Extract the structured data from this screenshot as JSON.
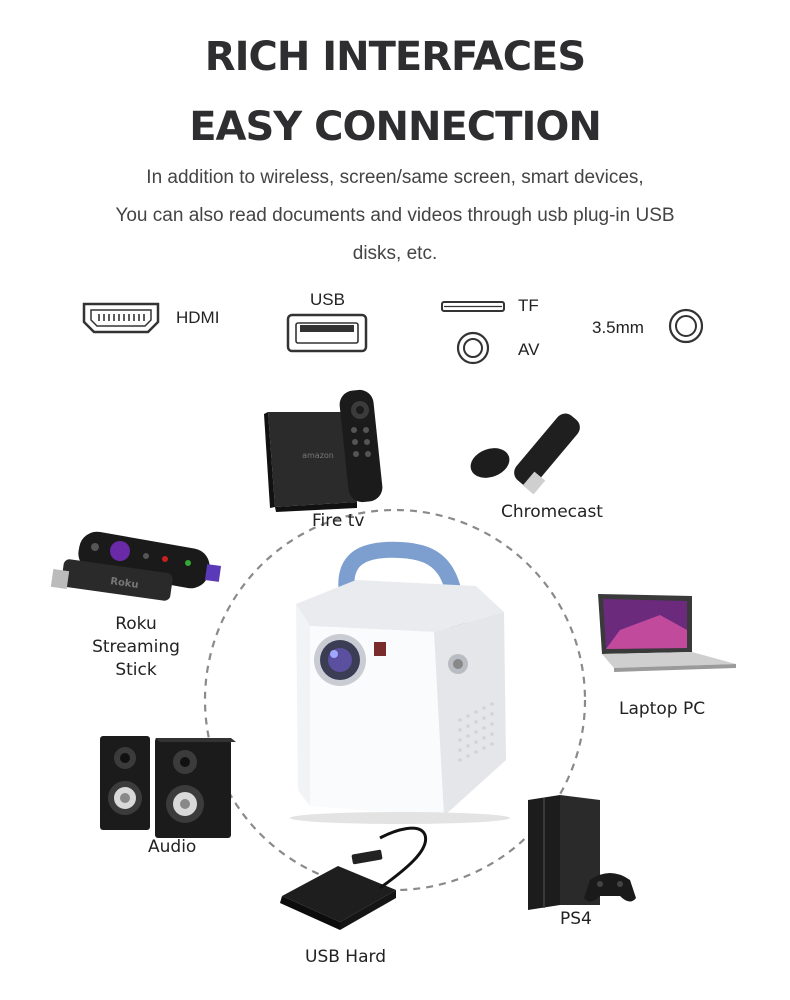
{
  "heading": {
    "line1": "RICH INTERFACES",
    "line2": "EASY CONNECTION"
  },
  "description": {
    "line1": "In addition to wireless, screen/same screen, smart devices,",
    "line2": "You can also read documents and videos through usb plug-in USB",
    "line3": "disks, etc."
  },
  "ports": {
    "hdmi": "HDMI",
    "usb": "USB",
    "tf": "TF",
    "av": "AV",
    "audio_jack": "3.5mm"
  },
  "devices": {
    "fire_tv": "Fire tv",
    "chromecast": "Chromecast",
    "roku_line1": "Roku",
    "roku_line2": "Streaming",
    "roku_line3": "Stick",
    "laptop": "Laptop PC",
    "audio": "Audio",
    "usb_hard": "USB Hard",
    "ps4": "PS4"
  },
  "branding": {
    "amazon_box_text": "amazon",
    "roku_stick_text": "Roku"
  },
  "colors": {
    "heading": "#2e2e30",
    "projector_handle": "#7c9fcf",
    "projector_body": "#f4f5f7",
    "dashed_circle": "#8a8a8a"
  }
}
